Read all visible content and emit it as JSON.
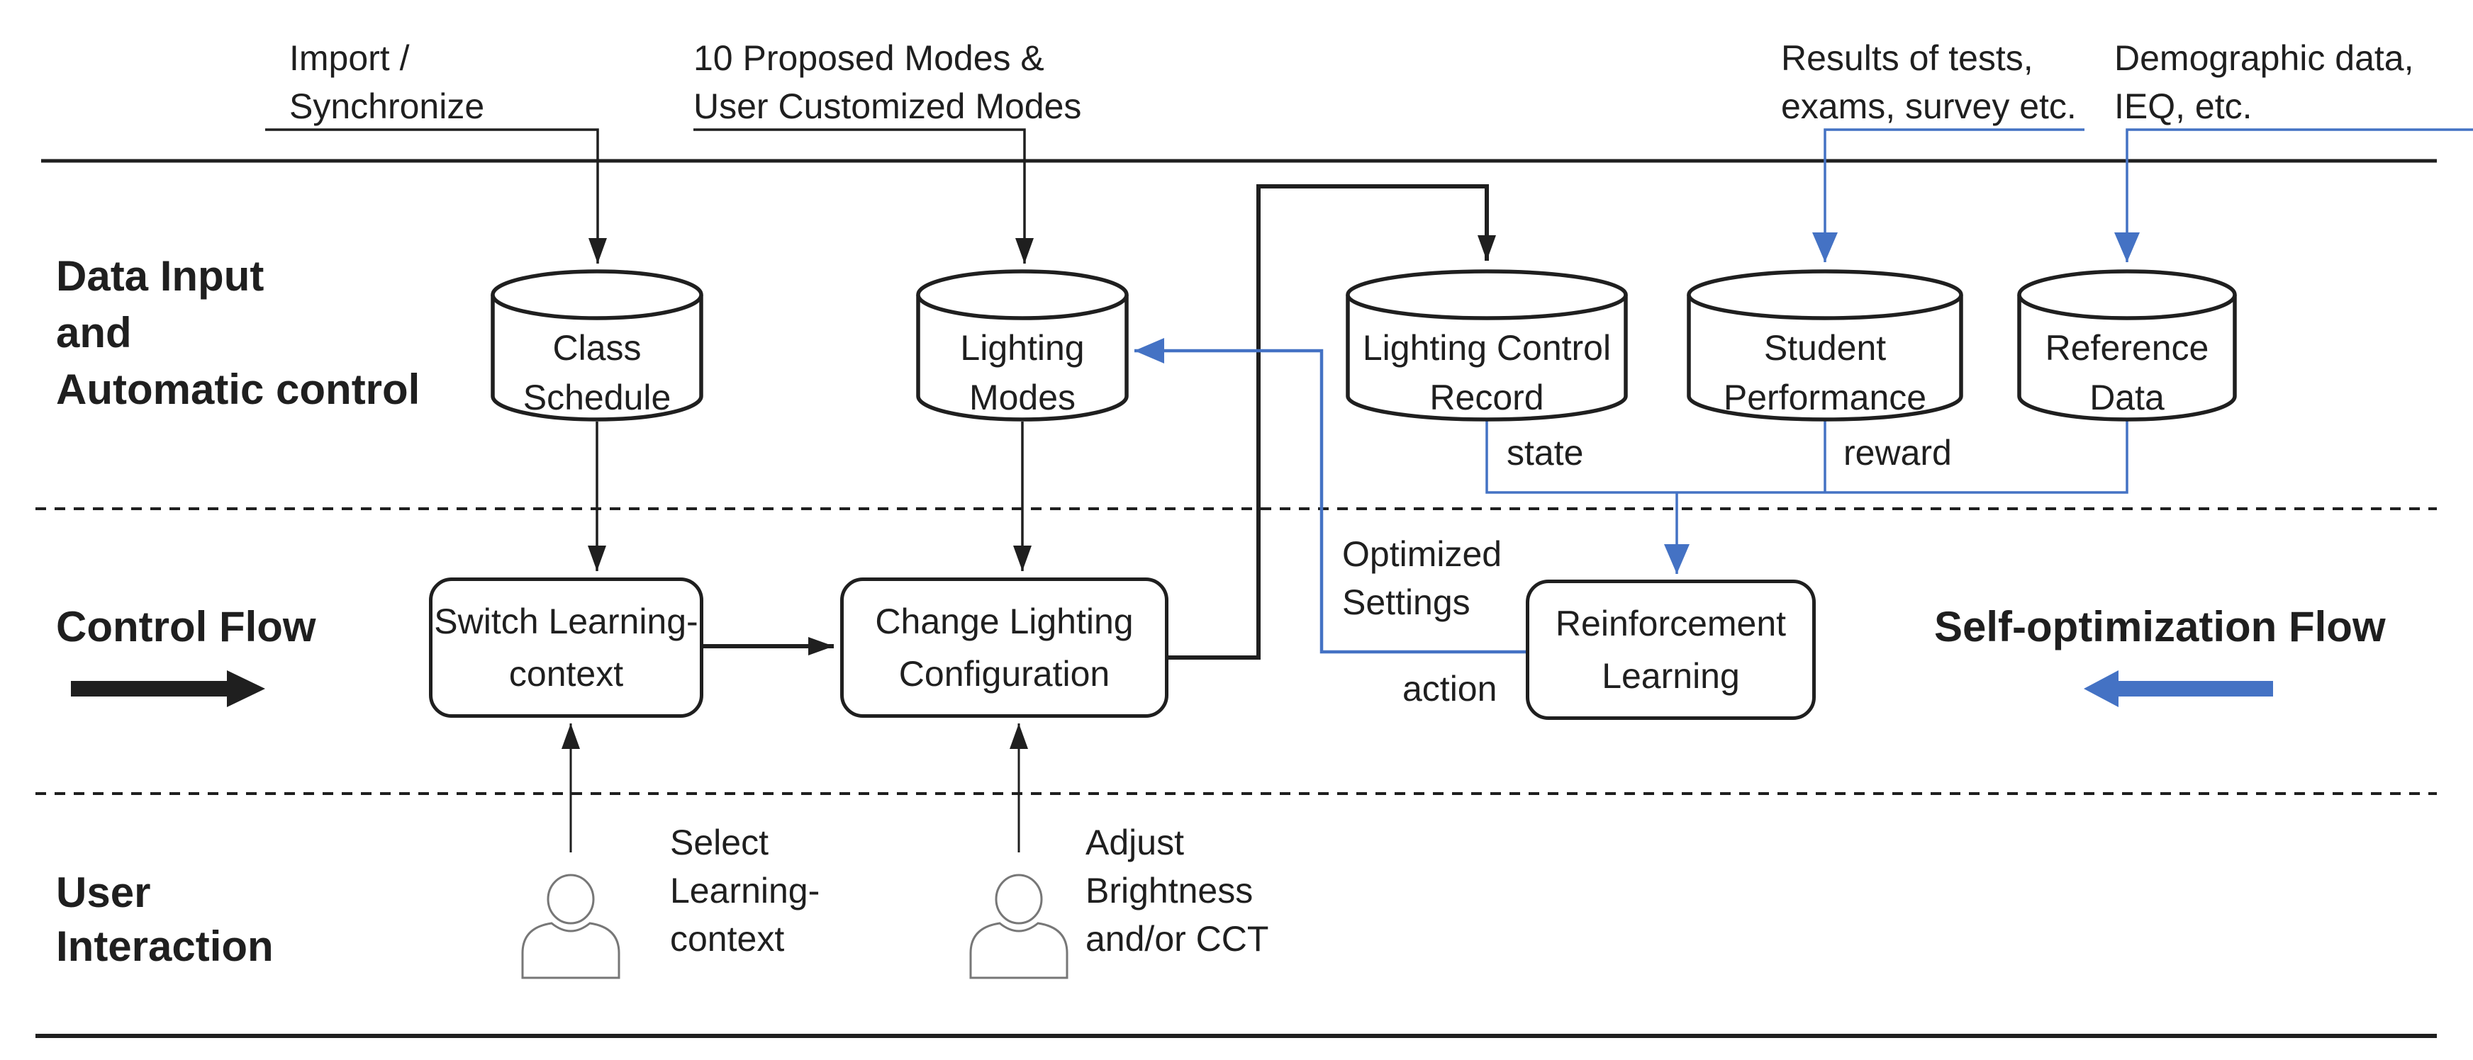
{
  "colors": {
    "line_black": "#1f1f1f",
    "flow_blue": "#4472c4",
    "person_gray": "#777777"
  },
  "top_labels": {
    "import_sync": [
      "Import /",
      "Synchronize"
    ],
    "proposed_modes": [
      "10 Proposed Modes &",
      "User Customized Modes"
    ],
    "results_tests": [
      "Results of tests,",
      "exams, survey etc."
    ],
    "demographic": [
      "Demographic data,",
      "IEQ, etc."
    ]
  },
  "row_labels": {
    "data_input": [
      "Data Input",
      "and",
      "Automatic control"
    ],
    "control_flow": "Control Flow",
    "self_optimization": "Self-optimization Flow",
    "user_interaction": [
      "User",
      "Interaction"
    ]
  },
  "databases": {
    "class_schedule": [
      "Class",
      "Schedule"
    ],
    "lighting_modes": [
      "Lighting",
      "Modes"
    ],
    "lighting_control_record": [
      "Lighting Control",
      "Record"
    ],
    "student_performance": [
      "Student",
      "Performance"
    ],
    "reference_data": [
      "Reference",
      "Data"
    ]
  },
  "processes": {
    "switch_learning_context": [
      "Switch Learning-",
      "context"
    ],
    "change_lighting_configuration": [
      "Change Lighting",
      "Configuration"
    ],
    "reinforcement_learning": [
      "Reinforcement",
      "Learning"
    ]
  },
  "edge_labels": {
    "state": "state",
    "reward": "reward",
    "optimized_settings": [
      "Optimized",
      "Settings"
    ],
    "action": "action",
    "select_context": [
      "Select",
      "Learning-",
      "context"
    ],
    "adjust_brightness": [
      "Adjust",
      "Brightness",
      "and/or CCT"
    ]
  }
}
